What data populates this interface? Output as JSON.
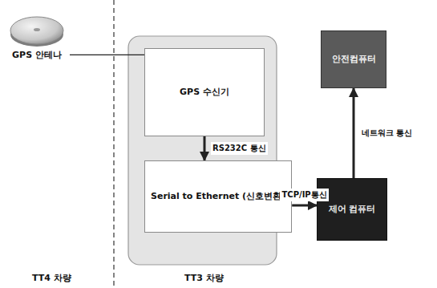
{
  "diagram": {
    "nodes": [
      {
        "text": [
          "GPS 안테나"
        ]
      },
      {
        "text": [
          "GPS 수신기"
        ]
      },
      {
        "text": [
          "Serial to Ethernet (신호변환)"
        ]
      },
      {
        "text": [
          "제어 컴퓨터"
        ]
      },
      {
        "text": [
          "안전컴퓨터"
        ]
      }
    ],
    "edges": [
      {
        "from": 0,
        "to": 1,
        "arrow": "none"
      },
      {
        "from": 1,
        "to": 2,
        "label": "RS232C 통신",
        "arrow": "to"
      },
      {
        "from": 2,
        "to": 3,
        "label": "TCP/IP통신",
        "arrow": "to"
      },
      {
        "from": 3,
        "to": 4,
        "label": "네트워크 통신",
        "arrow": "to"
      }
    ],
    "labels": [
      "TT4 차량",
      "TT3 차량"
    ]
  }
}
